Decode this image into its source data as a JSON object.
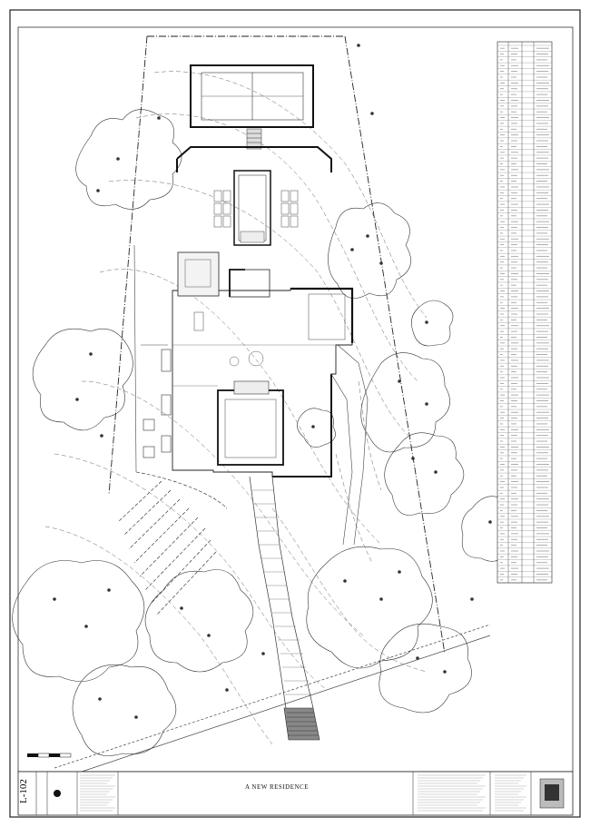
{
  "title_block": {
    "project_title": "A NEW RESIDENCE",
    "sheet_number": "L-102"
  },
  "schedule_table": {
    "rows": 93
  }
}
